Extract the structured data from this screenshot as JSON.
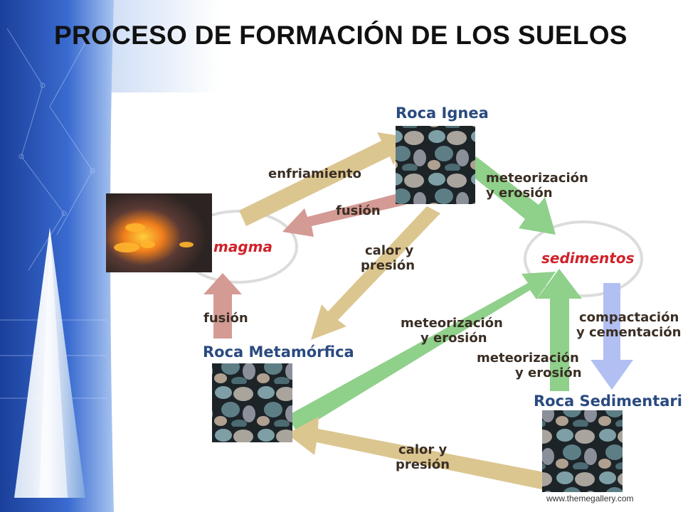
{
  "slide": {
    "title": "PROCESO DE FORMACIÓN DE LOS SUELOS",
    "footer": "www.themegallery.com"
  },
  "diagram": {
    "rocks": {
      "ignea": "Roca Ignea",
      "metamorfica": "Roca Metamórfica",
      "sedimentaria": "Roca Sedimentaria"
    },
    "nodes": {
      "magma": "magma",
      "sedimentos": "sedimentos"
    },
    "arrows": {
      "enfriamiento": "enfriamiento",
      "fusion_top": "fusión",
      "meteorizacion_ignea_1": "meteorización",
      "meteorizacion_ignea_2": "y erosión",
      "calor_top_1": "calor y",
      "calor_top_2": "presión",
      "fusion_left": "fusión",
      "meteorizacion_meta_1": "meteorización",
      "meteorizacion_meta_2": "y erosión",
      "compactacion_1": "compactación",
      "compactacion_2": "y cementación",
      "meteorizacion_sed_1": "meteorización",
      "meteorizacion_sed_2": "y erosión",
      "calor_bottom_1": "calor y",
      "calor_bottom_2": "presión"
    },
    "colors": {
      "tan_arrow": "#dcc690",
      "pink_arrow": "#d49a94",
      "green_arrow": "#8fd08a",
      "blue_arrow": "#b2bff2",
      "rock_title": "#2a4a80",
      "node_text": "#d0222a"
    }
  }
}
